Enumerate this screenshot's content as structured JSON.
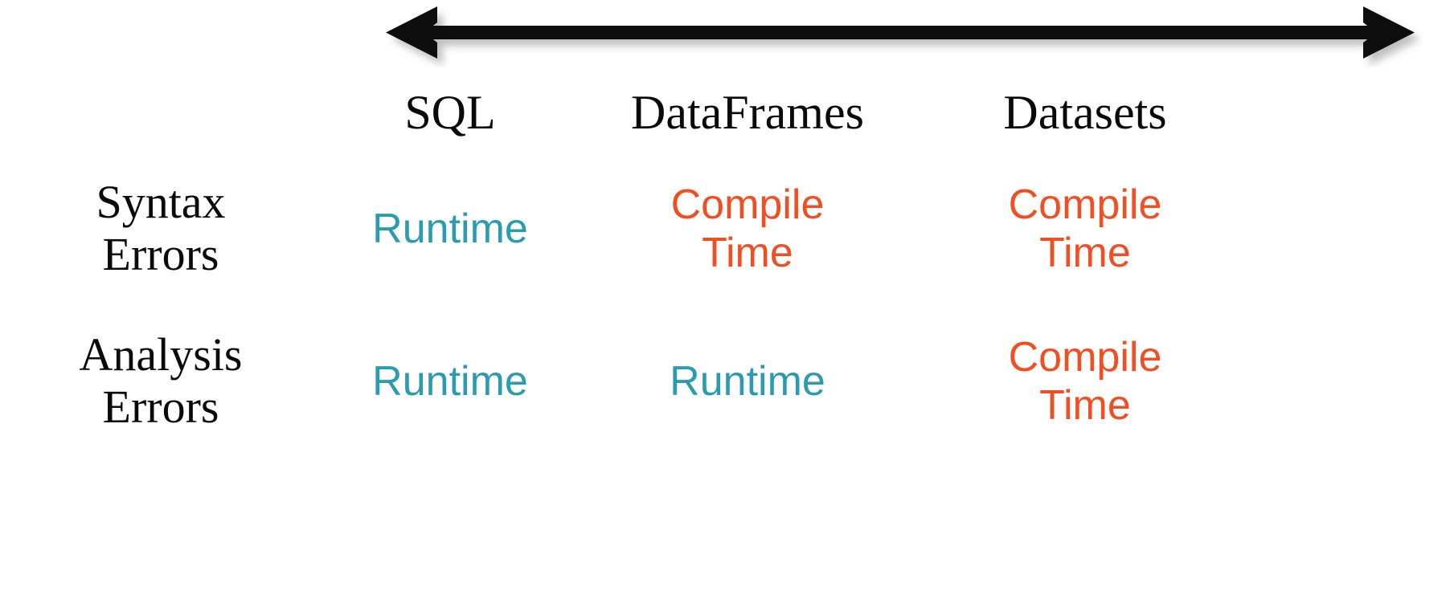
{
  "diagram": {
    "title_implied": "Spark API type-safety comparison",
    "arrow": {
      "name": "syntax-and-analysis-error-detection-spectrum",
      "direction": "double-headed-horizontal",
      "color": "#0a0a0a",
      "left_head": "←",
      "right_head": "→"
    },
    "colors": {
      "runtime": "#2b9cb0",
      "compile": "#f04e23",
      "text": "#0a0a0a",
      "background": "#ffffff"
    },
    "columns": [
      {
        "label": "SQL"
      },
      {
        "label": "DataFrames"
      },
      {
        "label": "Datasets"
      }
    ],
    "rows": [
      {
        "label_lines": [
          "Syntax",
          "Errors"
        ],
        "cells": [
          {
            "lines": [
              "Runtime"
            ],
            "kind": "runtime"
          },
          {
            "lines": [
              "Compile",
              "Time"
            ],
            "kind": "compile"
          },
          {
            "lines": [
              "Compile",
              "Time"
            ],
            "kind": "compile"
          }
        ]
      },
      {
        "label_lines": [
          "Analysis",
          "Errors"
        ],
        "cells": [
          {
            "lines": [
              "Runtime"
            ],
            "kind": "runtime"
          },
          {
            "lines": [
              "Runtime"
            ],
            "kind": "runtime"
          },
          {
            "lines": [
              "Compile",
              "Time"
            ],
            "kind": "compile"
          }
        ]
      }
    ]
  }
}
